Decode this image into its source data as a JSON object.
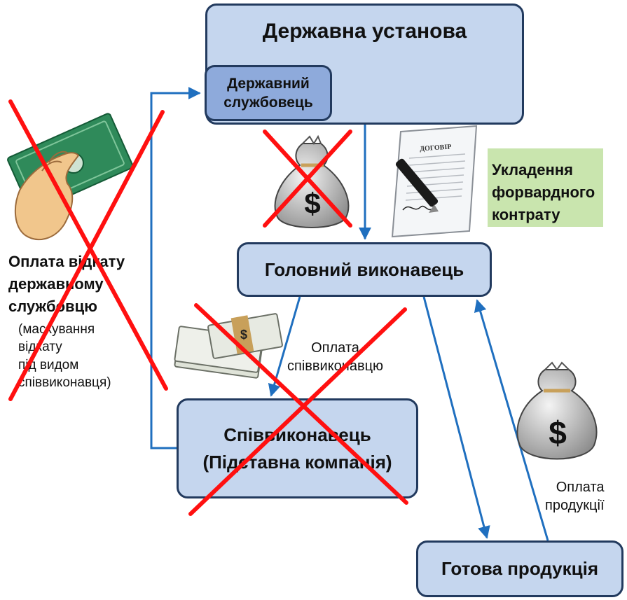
{
  "boxes": {
    "government_agency": "Державна установа",
    "civil_servant": "Державний\nслужбовець",
    "main_contractor": "Головний виконавець",
    "subcontractor": "Співвиконавець\n(Підставна компанія)",
    "finished_products": "Готова продукція"
  },
  "labels": {
    "forward_contract": "Укладення\nфорвардного\nконтрату",
    "kickback_title": "Оплата відкату\nдержавному\nслужбовцю",
    "kickback_note": "(маскування\nвідкату\nпід видом\nспіввиконавця)",
    "subcontractor_payment": "Оплата\nспіввиконавцю",
    "product_payment": "Оплата\nпродукції"
  },
  "icons": {
    "kickback": "hand-with-cash-icon",
    "money_bag_crossed": "money-bag-icon",
    "contract": "contract-with-pen-icon",
    "cash_stacks": "cash-stacks-icon",
    "money_bag": "money-bag-icon"
  },
  "contract_heading": "ДОГОВІР",
  "currency_symbol": "$",
  "colors": {
    "box_fill": "#c5d6ee",
    "civil_servant_fill": "#8eaadb",
    "box_border": "#223a5e",
    "arrow": "#1f6fbf",
    "cross": "#ff1010",
    "forward_fill": "#c9e5ae"
  }
}
